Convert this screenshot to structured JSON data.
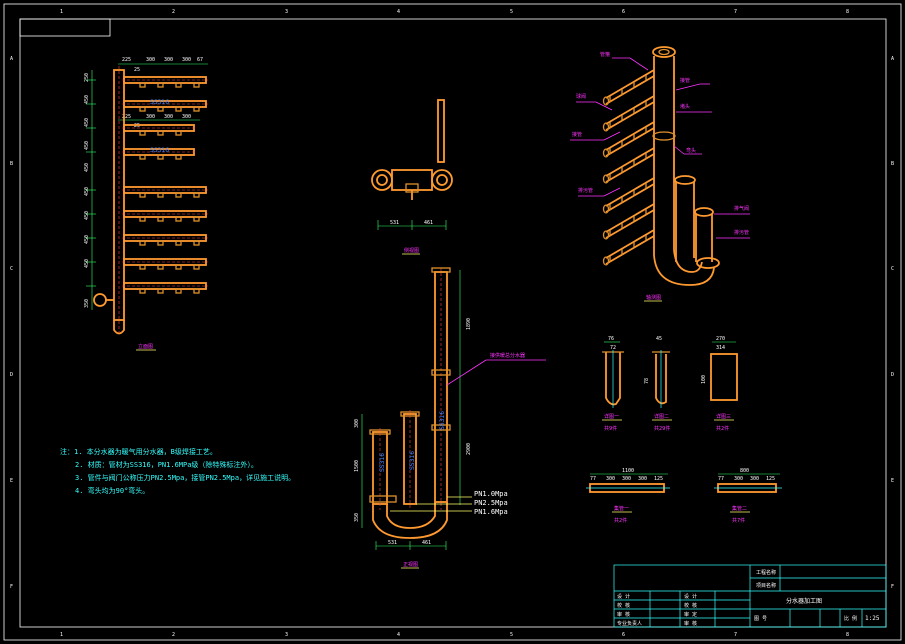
{
  "border": {
    "columns": [
      "1",
      "2",
      "3",
      "4",
      "5",
      "6",
      "7",
      "8"
    ],
    "rows": [
      "A",
      "B",
      "C",
      "D",
      "E",
      "F"
    ]
  },
  "elevation": {
    "top_dims": [
      "225",
      "300",
      "300",
      "300",
      "67"
    ],
    "top_dims2": [
      "225",
      "300",
      "300",
      "300"
    ],
    "left_dims": [
      "250",
      "450",
      "450",
      "450",
      "450",
      "450",
      "450",
      "450",
      "450",
      "350"
    ],
    "small_dims": [
      "25",
      "25"
    ],
    "caption": "立面图"
  },
  "side_view": {
    "dims": [
      "531",
      "461"
    ],
    "caption": "侧视图"
  },
  "front_view": {
    "dims_right": [
      "1890",
      "2900"
    ],
    "dims_left": [
      "300",
      "1500",
      "350"
    ],
    "dims_bottom": [
      "531",
      "461"
    ],
    "pressure_labels": [
      "PN1.0Mpa",
      "PN2.5Mpa",
      "PN1.6Mpa"
    ],
    "callout": "接供暖总分水器",
    "caption": "正视图"
  },
  "isometric": {
    "labels": [
      "管箍",
      "接管",
      "球阀",
      "堵头",
      "接管",
      "弯头",
      "排污管",
      "排气阀"
    ],
    "caption": "轴测图"
  },
  "details": [
    {
      "dims": [
        "76",
        "72"
      ],
      "label": "详图一",
      "count": "共9件"
    },
    {
      "dims": [
        "45",
        "78"
      ],
      "label": "详图二",
      "count": "共29件"
    },
    {
      "dims": [
        "270",
        "314",
        "100"
      ],
      "label": "详图三",
      "count": "共2件"
    }
  ],
  "short_headers": [
    {
      "dims": [
        "77",
        "300",
        "300",
        "300",
        "125"
      ],
      "total": "1100",
      "label": "集管一",
      "count": "共2件"
    },
    {
      "dims": [
        "77",
        "300",
        "300",
        "125"
      ],
      "total": "800",
      "label": "集管二",
      "count": "共7件"
    }
  ],
  "notes": {
    "lines": [
      "注：1. 本分水器为暖气用分水器，B级焊接工艺。",
      "2. 材质：管材为SS316，PN1.6MPa级（除特殊标注外）。",
      "3. 管件与阀门公称压力PN2.5Mpa，接管PN2.5Mpa，详见施工说明。",
      "4. 弯头均为90°弯头。"
    ]
  },
  "title_block": {
    "project": "工程名称",
    "subitem": "项目名称",
    "drawing_name": "分水器加工图",
    "roles": [
      "设 计",
      "校 核",
      "审 核",
      "审 定",
      "专业负责人"
    ],
    "scale_label": "比 例",
    "scale": "1:25",
    "sheet_label": "图 号"
  }
}
